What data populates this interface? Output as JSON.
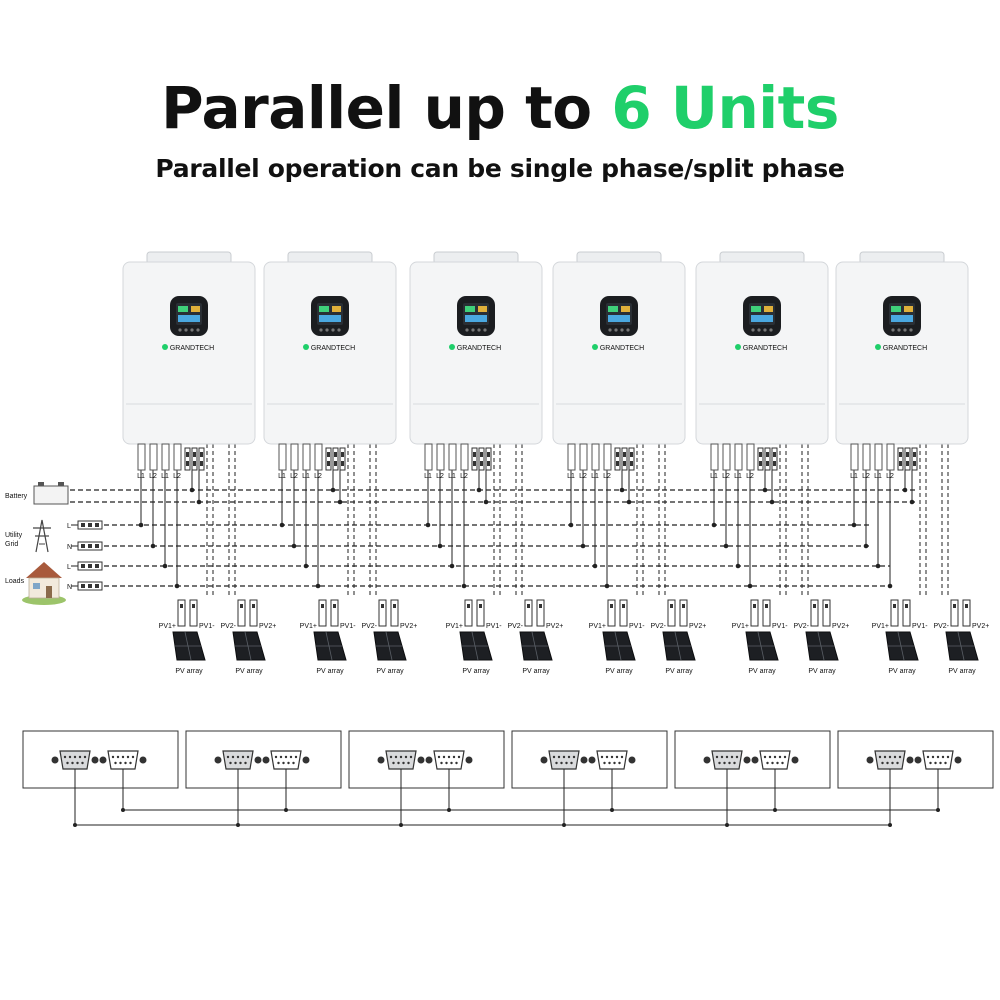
{
  "header": {
    "title_main": "Parallel up to ",
    "title_accent": "6 Units",
    "subtitle": "Parallel operation can be single phase/split phase"
  },
  "colors": {
    "accent": "#1fcf6a",
    "text": "#111111",
    "inverter_body": "#f4f5f6",
    "wire": "#222222"
  },
  "brand": "GRANDTECH",
  "units": [
    {
      "id": 1,
      "brand": "GRANDTECH"
    },
    {
      "id": 2,
      "brand": "GRANDTECH"
    },
    {
      "id": 3,
      "brand": "GRANDTECH"
    },
    {
      "id": 4,
      "brand": "GRANDTECH"
    },
    {
      "id": 5,
      "brand": "GRANDTECH"
    },
    {
      "id": 6,
      "brand": "GRANDTECH"
    }
  ],
  "terminal_labels": [
    "L1",
    "L2",
    "L1",
    "L2"
  ],
  "sources": {
    "battery": "Battery",
    "utility_grid": [
      "Utility",
      "Grid"
    ],
    "loads": "Loads",
    "line": "L",
    "neutral": "N"
  },
  "pv": {
    "pv1_plus": "PV1+",
    "pv1_minus": "PV1-",
    "pv2_minus": "PV2-",
    "pv2_plus": "PV2+",
    "array_label": "PV array"
  },
  "icons": [
    "battery-icon",
    "transmission-tower-icon",
    "house-icon",
    "solar-panel-icon",
    "db9-port-icon",
    "lcd-screen-icon"
  ]
}
